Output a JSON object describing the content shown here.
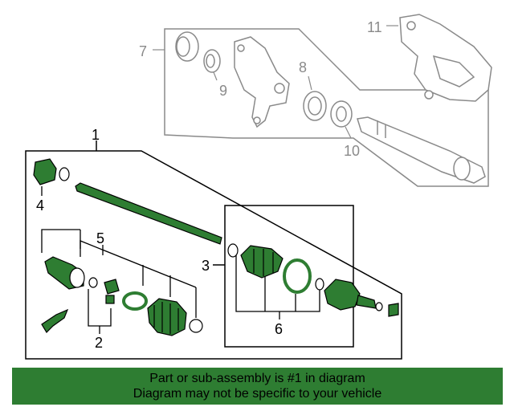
{
  "callouts": {
    "c1": "1",
    "c2": "2",
    "c3": "3",
    "c4": "4",
    "c5": "5",
    "c6": "6",
    "c7": "7",
    "c8": "8",
    "c9": "9",
    "c10": "10",
    "c11": "11"
  },
  "banner": {
    "line1": "Part or sub-assembly is #1 in diagram",
    "line2": "Diagram may not be specific to your vehicle"
  },
  "colors": {
    "highlight": "#2e7d32",
    "outline": "#000000",
    "context": "#8a8a8a",
    "banner_bg": "#2e7d32"
  }
}
